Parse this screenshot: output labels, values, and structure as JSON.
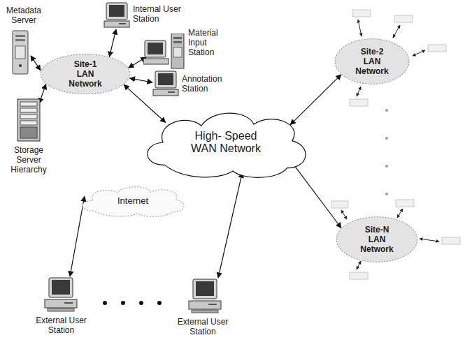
{
  "diagram": {
    "nodes": [
      {
        "text": [
          "Metadata Server"
        ]
      },
      {
        "text": [
          "Internal User Station"
        ]
      },
      {
        "text": [
          "Material Input Station"
        ]
      },
      {
        "text": [
          "Site-1 LAN Network"
        ]
      },
      {
        "text": [
          "Annotation Station"
        ]
      },
      {
        "text": [
          "Storage Server Hierarchy"
        ]
      },
      {
        "text": [
          "High- Speed WAN Network"
        ]
      },
      {
        "text": [
          "Site-2 LAN Network"
        ]
      },
      {
        "text": [
          "Internet"
        ]
      },
      {
        "text": [
          "Site-N LAN Network"
        ]
      },
      {
        "text": [
          "External User Station"
        ]
      },
      {
        "text": [
          "External User Station"
        ]
      }
    ],
    "edges": [
      {
        "from": 0,
        "to": 3,
        "arrow": "both"
      },
      {
        "from": 1,
        "to": 3,
        "arrow": "both"
      },
      {
        "from": 2,
        "to": 3,
        "arrow": "both"
      },
      {
        "from": 4,
        "to": 3,
        "arrow": "both"
      },
      {
        "from": 5,
        "to": 3,
        "arrow": "both"
      },
      {
        "from": 3,
        "to": 6,
        "arrow": "both"
      },
      {
        "from": 6,
        "to": 7,
        "arrow": "both"
      },
      {
        "from": 6,
        "to": 9,
        "arrow": "both"
      },
      {
        "from": 10,
        "to": 8,
        "arrow": "both"
      },
      {
        "from": 11,
        "to": 6,
        "arrow": "both"
      }
    ]
  }
}
